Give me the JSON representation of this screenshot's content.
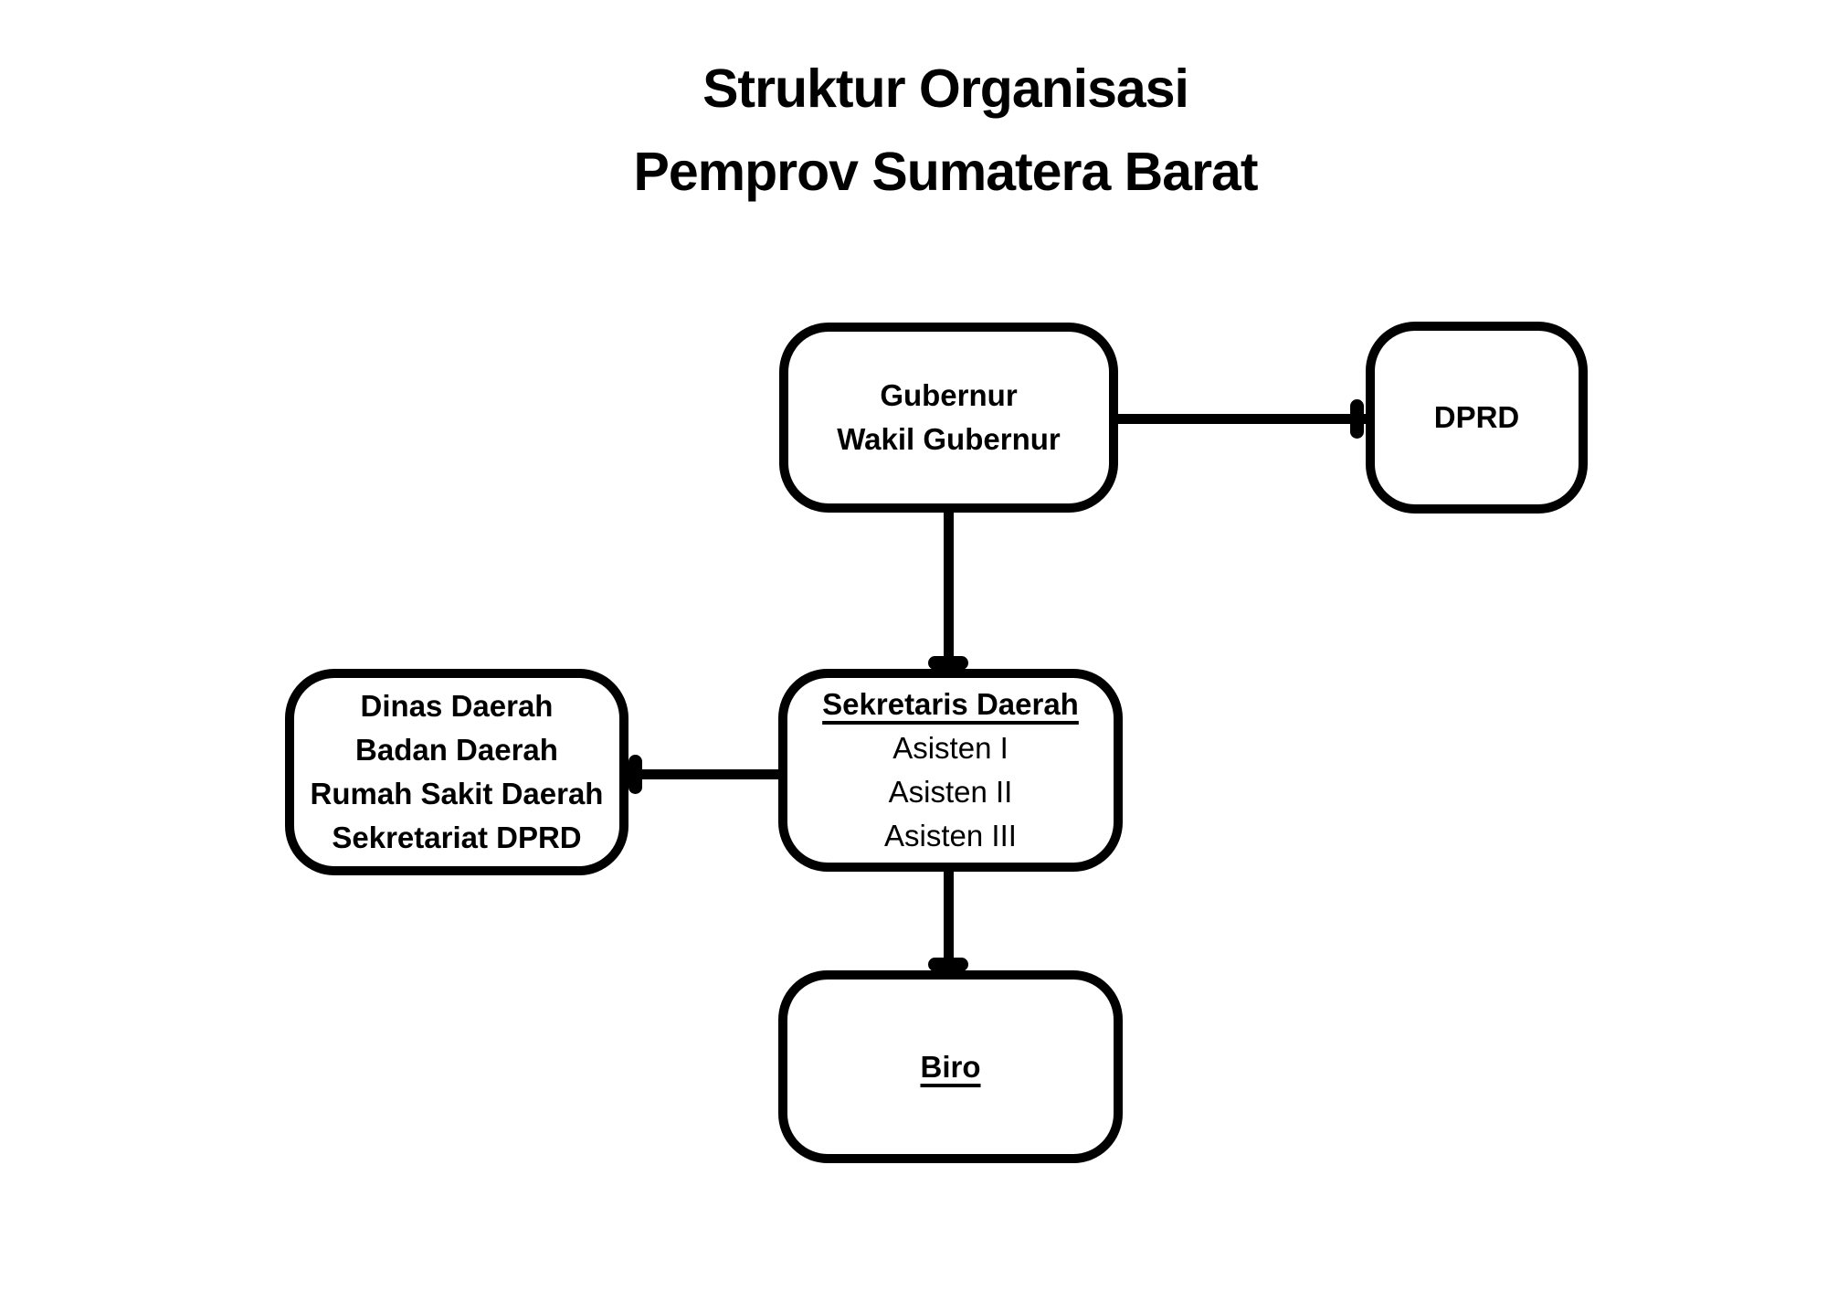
{
  "title": {
    "line1": "Struktur Organisasi",
    "line2": "Pemprov Sumatera Barat"
  },
  "colors": {
    "background": "#ffffff",
    "foreground": "#000000"
  },
  "nodes": {
    "gubernur": {
      "lines": [
        "Gubernur",
        "Wakil Gubernur"
      ]
    },
    "dprd": {
      "label": "DPRD"
    },
    "sekretaris": {
      "heading": "Sekretaris Daerah",
      "items": [
        "Asisten I",
        "Asisten II",
        "Asisten III"
      ]
    },
    "dinas": {
      "lines": [
        "Dinas Daerah",
        "Badan Daerah",
        "Rumah Sakit Daerah",
        "Sekretariat DPRD"
      ]
    },
    "biro": {
      "heading": "Biro"
    }
  },
  "connections": [
    {
      "from": "Gubernur / Wakil Gubernur",
      "to": "DPRD",
      "terminator": "bar"
    },
    {
      "from": "Gubernur / Wakil Gubernur",
      "to": "Sekretaris Daerah",
      "terminator": "bar"
    },
    {
      "from": "Sekretaris Daerah",
      "to": "Dinas Daerah / Badan Daerah / Rumah Sakit Daerah / Sekretariat DPRD",
      "terminator": "bar"
    },
    {
      "from": "Sekretaris Daerah",
      "to": "Biro",
      "terminator": "bar"
    }
  ]
}
